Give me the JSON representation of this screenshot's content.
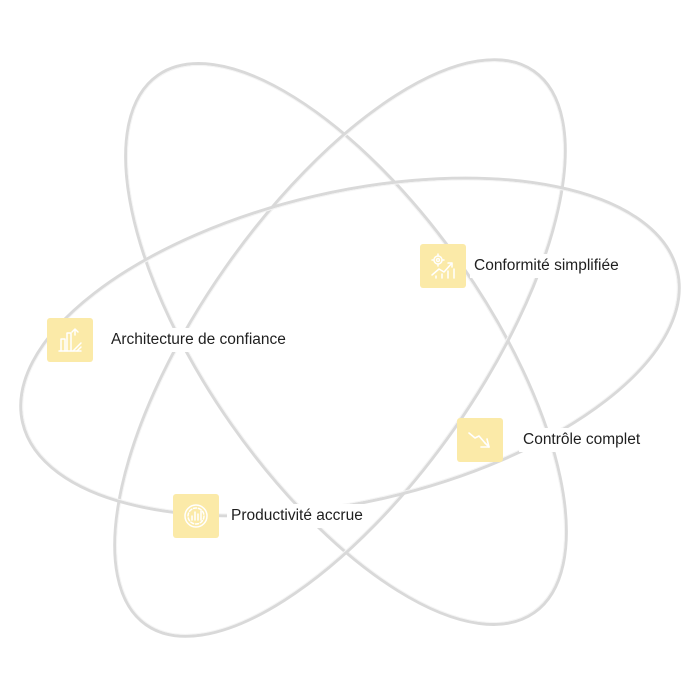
{
  "colors": {
    "orbit": "#d9d9d9",
    "badge": "#fbeaa8",
    "badge_icon": "#ffffff",
    "label_text": "#1f1f1f"
  },
  "nodes": [
    {
      "id": "architecture",
      "label": "Architecture de confiance",
      "icon": "chart-upload-icon"
    },
    {
      "id": "conformite",
      "label": "Conformité simplifiée",
      "icon": "growth-settings-icon"
    },
    {
      "id": "controle",
      "label": "Contrôle complet",
      "icon": "downtrend-arrow-icon"
    },
    {
      "id": "productivite",
      "label": "Productivité accrue",
      "icon": "circular-chart-icon"
    }
  ]
}
